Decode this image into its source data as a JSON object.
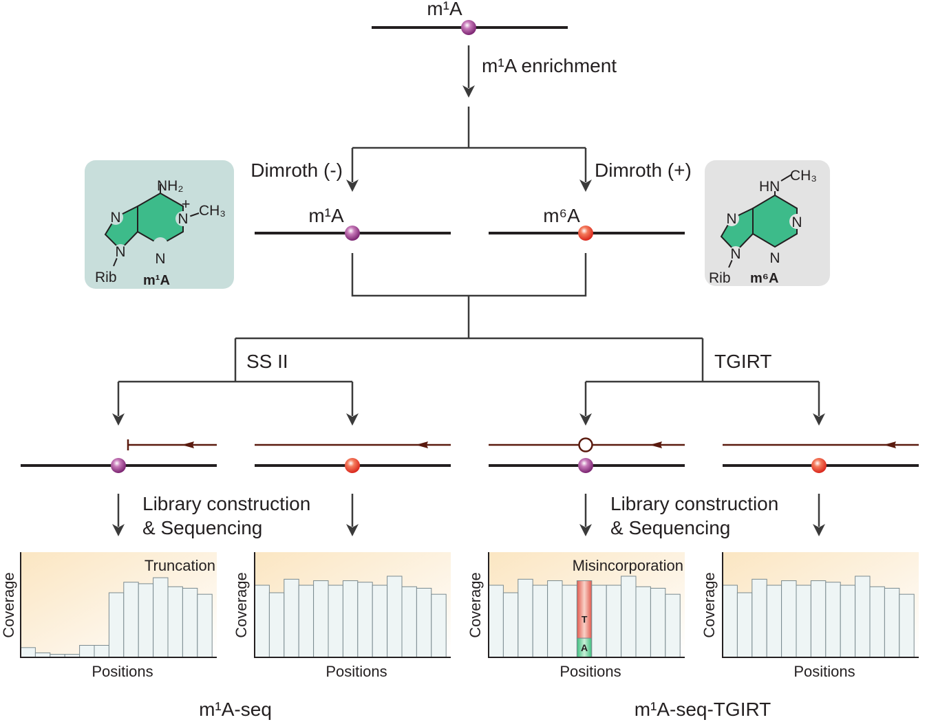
{
  "top": {
    "mod_label": "m¹A",
    "step_label": "m¹A enrichment"
  },
  "branches": {
    "left_label": "Dimroth (-)",
    "right_label": "Dimroth (+)",
    "left_mod": "m¹A",
    "right_mod": "m⁶A"
  },
  "structures": {
    "m1a": {
      "nh2": "NH₂",
      "ch3": "CH₃",
      "plus": "+",
      "n": "N",
      "rib": "Rib",
      "name": "m¹A",
      "bg": "#c8dedb"
    },
    "m6a": {
      "hn": "HN",
      "ch3": "CH₃",
      "n": "N",
      "rib": "Rib",
      "name": "m⁶A",
      "bg": "#e3e3e3"
    },
    "ring_color": "#3dbb8a"
  },
  "rt": {
    "left_label": "SS II",
    "right_label": "TGIRT"
  },
  "library": {
    "line1": "Library construction",
    "line2": "& Sequencing"
  },
  "charts": {
    "ylabel": "Coverage",
    "xlabel": "Positions",
    "chart1_note": "Truncation",
    "chart3_note": "Misincorporation",
    "mis_top": "T",
    "mis_bottom": "A"
  },
  "bottom": {
    "left": "m¹A-seq",
    "right": "m¹A-seq-TGIRT"
  },
  "colors": {
    "line": "#231f20",
    "arrow": "#3a3a3a",
    "strand": "#5a1a0e",
    "m1a_dot": "#8e2f80",
    "m6a_dot": "#e8352a",
    "bar_fill": "#eef5f5",
    "bar_stroke": "#7a8a8f"
  },
  "chart_data": [
    {
      "type": "bar",
      "values": [
        1.3,
        0.6,
        0.4,
        0.4,
        1.6,
        1.6,
        8.6,
        10.0,
        9.8,
        10.6,
        9.4,
        9.2,
        8.4
      ],
      "note": "Truncation",
      "xlabel": "Positions",
      "ylabel": "Coverage"
    },
    {
      "type": "bar",
      "values": [
        9.6,
        8.6,
        10.4,
        9.6,
        10.2,
        9.6,
        10.2,
        10.0,
        9.6,
        10.8,
        9.4,
        9.2,
        8.4
      ],
      "xlabel": "Positions",
      "ylabel": "Coverage"
    },
    {
      "type": "bar",
      "values": [
        9.6,
        8.6,
        10.4,
        9.6,
        10.2,
        9.6,
        10.2,
        9.6,
        9.6,
        10.8,
        9.4,
        9.2,
        8.4
      ],
      "note": "Misincorporation",
      "highlight_index": 6,
      "xlabel": "Positions",
      "ylabel": "Coverage"
    },
    {
      "type": "bar",
      "values": [
        9.6,
        8.6,
        10.4,
        9.6,
        10.2,
        9.6,
        10.2,
        10.0,
        9.6,
        10.8,
        9.4,
        9.2,
        8.4
      ],
      "xlabel": "Positions",
      "ylabel": "Coverage"
    }
  ]
}
